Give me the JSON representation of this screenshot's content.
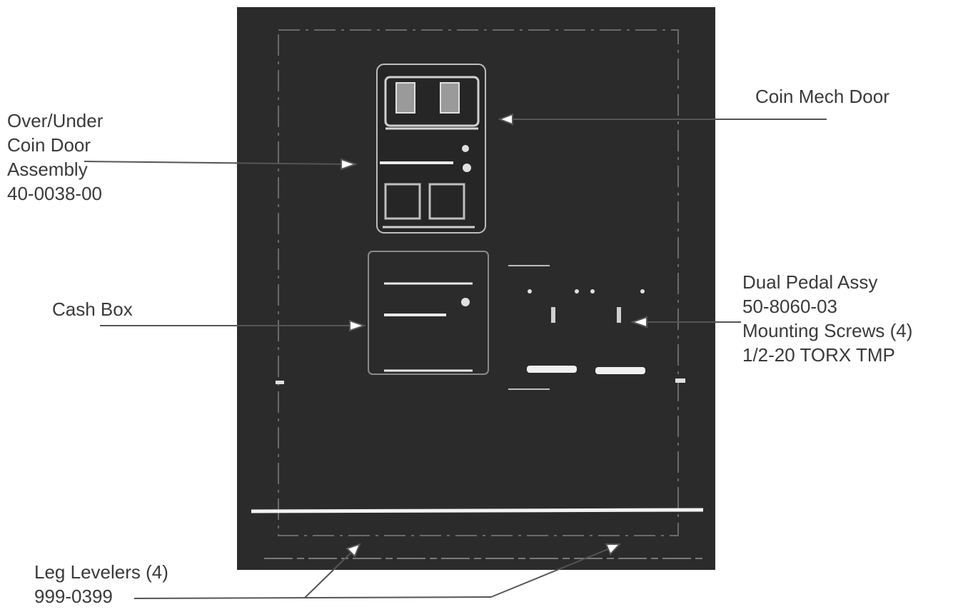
{
  "labels": {
    "over_under": {
      "lines": [
        "Over/Under",
        "Coin Door",
        "Assembly",
        "40-0038-00"
      ]
    },
    "coin_mech_door": {
      "text": "Coin Mech Door"
    },
    "cash_box": {
      "text": "Cash Box"
    },
    "dual_pedal": {
      "lines": [
        "Dual Pedal Assy",
        "50-8060-03",
        "Mounting Screws (4)",
        "1/2-20 TORX TMP"
      ]
    },
    "leg_levelers": {
      "lines": [
        "Leg Levelers (4)",
        "999-0399"
      ]
    }
  },
  "colors": {
    "cabinet": "#2b2b2b",
    "line": "#555555",
    "text": "#3a3a3a",
    "highlight": "#e8e8e8"
  }
}
